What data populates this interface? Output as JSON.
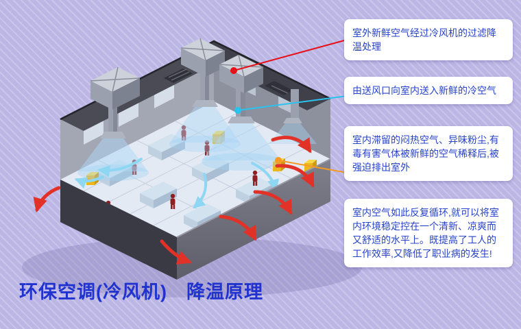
{
  "title": "环保空调(冷风机)　降温原理",
  "callouts": [
    {
      "id": "outdoor-fresh-air",
      "text": "室外新鲜空气经过冷风机的过滤降温处理",
      "connector_color": "#e81018"
    },
    {
      "id": "supply-vent",
      "text": "由送风口向室内送入新鲜的冷空气",
      "connector_color": "#29c3ef"
    },
    {
      "id": "forced-exhaust",
      "text": "室内滞留的闷热空气、异味粉尘,有毒有害气体被新鲜的空气稀释后,被强迫排出室外",
      "connector_color": "#f59a23"
    },
    {
      "id": "air-circulation",
      "text": "室内空气如此反复循环,就可以将室内环境稳定控在一个清新、凉爽而又舒适的水平上。既提高了工人的工作效率,又降低了职业病的发生!"
    }
  ],
  "colors": {
    "background_lavender": "#bcb6e5",
    "callout_text_blue": "#2743c8",
    "title_blue": "#2133cf",
    "connector_red": "#e81018",
    "connector_cyan": "#29c3ef",
    "connector_orange": "#f59a23",
    "exhaust_arrow_red": "#e23127",
    "supply_air_blue": "#8ed7f2"
  },
  "illustration": {
    "description": "等轴测剖视厂房:屋顶安装冷风机,冷空气经送风口进入车间,热空气被强迫排出室外"
  }
}
